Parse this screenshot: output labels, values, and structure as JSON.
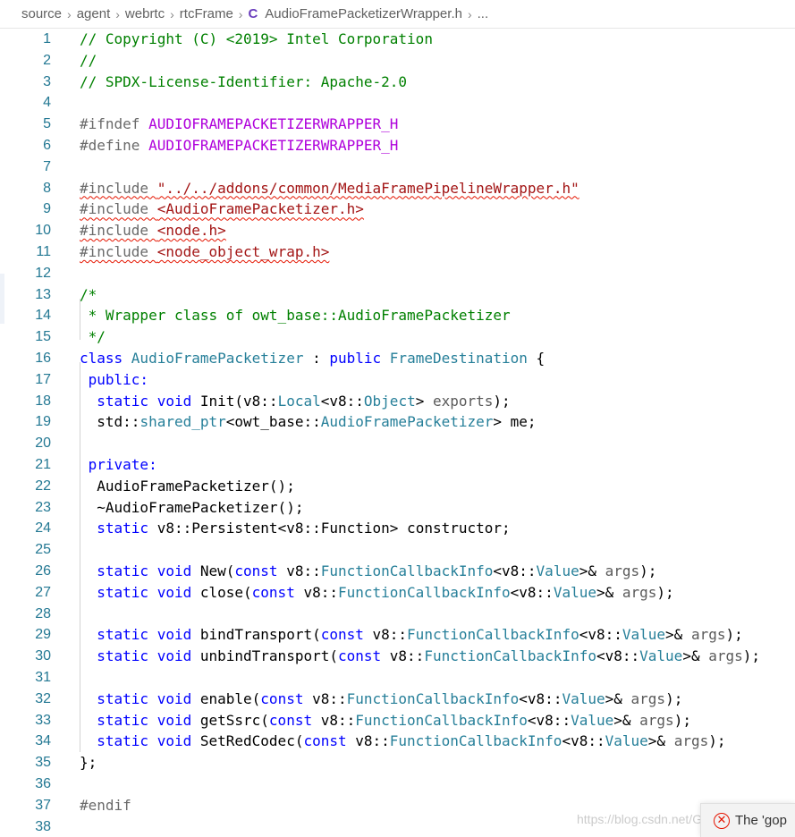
{
  "breadcrumb": {
    "items": [
      "source",
      "agent",
      "webrtc",
      "rtcFrame"
    ],
    "file_icon": "C",
    "file_name": "AudioFramePacketizerWrapper.h",
    "ellipsis": "..."
  },
  "colors": {
    "comment": "#008000",
    "keyword": "#0000ff",
    "type": "#267f99",
    "string": "#a31515",
    "macro": "#af00db",
    "line_number": "#237893",
    "error": "#e51400"
  },
  "code_lines": [
    {
      "n": "1",
      "tokens": [
        {
          "t": "// Copyright (C) <2019> Intel Corporation",
          "c": "comment"
        }
      ]
    },
    {
      "n": "2",
      "tokens": [
        {
          "t": "//",
          "c": "comment"
        }
      ]
    },
    {
      "n": "3",
      "tokens": [
        {
          "t": "// SPDX-License-Identifier: Apache-2.0",
          "c": "comment"
        }
      ]
    },
    {
      "n": "4",
      "tokens": []
    },
    {
      "n": "5",
      "tokens": [
        {
          "t": "#ifndef ",
          "c": "pre"
        },
        {
          "t": "AUDIOFRAMEPACKETIZERWRAPPER_H",
          "c": "macro"
        }
      ]
    },
    {
      "n": "6",
      "tokens": [
        {
          "t": "#define ",
          "c": "pre"
        },
        {
          "t": "AUDIOFRAMEPACKETIZERWRAPPER_H",
          "c": "macro"
        }
      ]
    },
    {
      "n": "7",
      "tokens": []
    },
    {
      "n": "8",
      "tokens": [
        {
          "t": "#include ",
          "c": "pre",
          "sq": true
        },
        {
          "t": "\"../../addons/common/MediaFramePipelineWrapper.h\"",
          "c": "str",
          "sq": true
        }
      ]
    },
    {
      "n": "9",
      "tokens": [
        {
          "t": "#include ",
          "c": "pre",
          "sq": true
        },
        {
          "t": "<AudioFramePacketizer.h>",
          "c": "str",
          "sq": true
        }
      ]
    },
    {
      "n": "10",
      "tokens": [
        {
          "t": "#include ",
          "c": "pre",
          "sq": true
        },
        {
          "t": "<node.h>",
          "c": "str",
          "sq": true
        }
      ]
    },
    {
      "n": "11",
      "tokens": [
        {
          "t": "#include ",
          "c": "pre",
          "sq": true
        },
        {
          "t": "<node_object_wrap.h>",
          "c": "str",
          "sq": true
        }
      ]
    },
    {
      "n": "12",
      "tokens": []
    },
    {
      "n": "13",
      "tokens": [
        {
          "t": "/*",
          "c": "comment"
        }
      ]
    },
    {
      "n": "14",
      "tokens": [
        {
          "t": " * Wrapper class of owt_base::AudioFramePacketizer",
          "c": "comment"
        }
      ]
    },
    {
      "n": "15",
      "tokens": [
        {
          "t": " */",
          "c": "comment"
        }
      ]
    },
    {
      "n": "16",
      "tokens": [
        {
          "t": "class ",
          "c": "kw"
        },
        {
          "t": "AudioFramePacketizer",
          "c": "type"
        },
        {
          "t": " : ",
          "c": "text"
        },
        {
          "t": "public ",
          "c": "kw"
        },
        {
          "t": "FrameDestination",
          "c": "type"
        },
        {
          "t": " {",
          "c": "text"
        }
      ]
    },
    {
      "n": "17",
      "tokens": [
        {
          "t": " public:",
          "c": "kw"
        }
      ]
    },
    {
      "n": "18",
      "tokens": [
        {
          "t": "  static void ",
          "c": "kw"
        },
        {
          "t": "Init(v8::",
          "c": "text"
        },
        {
          "t": "Local",
          "c": "type"
        },
        {
          "t": "<v8::",
          "c": "text"
        },
        {
          "t": "Object",
          "c": "type"
        },
        {
          "t": "> ",
          "c": "text"
        },
        {
          "t": "exports",
          "c": "param"
        },
        {
          "t": ");",
          "c": "text"
        }
      ]
    },
    {
      "n": "19",
      "tokens": [
        {
          "t": "  std::",
          "c": "text"
        },
        {
          "t": "shared_ptr",
          "c": "type"
        },
        {
          "t": "<owt_base::",
          "c": "text"
        },
        {
          "t": "AudioFramePacketizer",
          "c": "type"
        },
        {
          "t": "> me;",
          "c": "text"
        }
      ]
    },
    {
      "n": "20",
      "tokens": []
    },
    {
      "n": "21",
      "tokens": [
        {
          "t": " private:",
          "c": "kw"
        }
      ]
    },
    {
      "n": "22",
      "tokens": [
        {
          "t": "  AudioFramePacketizer();",
          "c": "text"
        }
      ]
    },
    {
      "n": "23",
      "tokens": [
        {
          "t": "  ~AudioFramePacketizer();",
          "c": "text"
        }
      ]
    },
    {
      "n": "24",
      "tokens": [
        {
          "t": "  static ",
          "c": "kw"
        },
        {
          "t": "v8::Persistent<v8::Function> constructor;",
          "c": "text"
        }
      ]
    },
    {
      "n": "25",
      "tokens": []
    },
    {
      "n": "26",
      "tokens": [
        {
          "t": "  static void ",
          "c": "kw"
        },
        {
          "t": "New(",
          "c": "text"
        },
        {
          "t": "const ",
          "c": "kw"
        },
        {
          "t": "v8::",
          "c": "text"
        },
        {
          "t": "FunctionCallbackInfo",
          "c": "type"
        },
        {
          "t": "<v8::",
          "c": "text"
        },
        {
          "t": "Value",
          "c": "type"
        },
        {
          "t": ">& ",
          "c": "text"
        },
        {
          "t": "args",
          "c": "param"
        },
        {
          "t": ");",
          "c": "text"
        }
      ]
    },
    {
      "n": "27",
      "tokens": [
        {
          "t": "  static void ",
          "c": "kw"
        },
        {
          "t": "close(",
          "c": "text"
        },
        {
          "t": "const ",
          "c": "kw"
        },
        {
          "t": "v8::",
          "c": "text"
        },
        {
          "t": "FunctionCallbackInfo",
          "c": "type"
        },
        {
          "t": "<v8::",
          "c": "text"
        },
        {
          "t": "Value",
          "c": "type"
        },
        {
          "t": ">& ",
          "c": "text"
        },
        {
          "t": "args",
          "c": "param"
        },
        {
          "t": ");",
          "c": "text"
        }
      ]
    },
    {
      "n": "28",
      "tokens": []
    },
    {
      "n": "29",
      "tokens": [
        {
          "t": "  static void ",
          "c": "kw"
        },
        {
          "t": "bindTransport(",
          "c": "text"
        },
        {
          "t": "const ",
          "c": "kw"
        },
        {
          "t": "v8::",
          "c": "text"
        },
        {
          "t": "FunctionCallbackInfo",
          "c": "type"
        },
        {
          "t": "<v8::",
          "c": "text"
        },
        {
          "t": "Value",
          "c": "type"
        },
        {
          "t": ">& ",
          "c": "text"
        },
        {
          "t": "args",
          "c": "param"
        },
        {
          "t": ");",
          "c": "text"
        }
      ]
    },
    {
      "n": "30",
      "tokens": [
        {
          "t": "  static void ",
          "c": "kw"
        },
        {
          "t": "unbindTransport(",
          "c": "text"
        },
        {
          "t": "const ",
          "c": "kw"
        },
        {
          "t": "v8::",
          "c": "text"
        },
        {
          "t": "FunctionCallbackInfo",
          "c": "type"
        },
        {
          "t": "<v8::",
          "c": "text"
        },
        {
          "t": "Value",
          "c": "type"
        },
        {
          "t": ">& ",
          "c": "text"
        },
        {
          "t": "args",
          "c": "param"
        },
        {
          "t": ");",
          "c": "text"
        }
      ]
    },
    {
      "n": "31",
      "tokens": []
    },
    {
      "n": "32",
      "tokens": [
        {
          "t": "  static void ",
          "c": "kw"
        },
        {
          "t": "enable(",
          "c": "text"
        },
        {
          "t": "const ",
          "c": "kw"
        },
        {
          "t": "v8::",
          "c": "text"
        },
        {
          "t": "FunctionCallbackInfo",
          "c": "type"
        },
        {
          "t": "<v8::",
          "c": "text"
        },
        {
          "t": "Value",
          "c": "type"
        },
        {
          "t": ">& ",
          "c": "text"
        },
        {
          "t": "args",
          "c": "param"
        },
        {
          "t": ");",
          "c": "text"
        }
      ]
    },
    {
      "n": "33",
      "tokens": [
        {
          "t": "  static void ",
          "c": "kw"
        },
        {
          "t": "getSsrc(",
          "c": "text"
        },
        {
          "t": "const ",
          "c": "kw"
        },
        {
          "t": "v8::",
          "c": "text"
        },
        {
          "t": "FunctionCallbackInfo",
          "c": "type"
        },
        {
          "t": "<v8::",
          "c": "text"
        },
        {
          "t": "Value",
          "c": "type"
        },
        {
          "t": ">& ",
          "c": "text"
        },
        {
          "t": "args",
          "c": "param"
        },
        {
          "t": ");",
          "c": "text"
        }
      ]
    },
    {
      "n": "34",
      "tokens": [
        {
          "t": "  static void ",
          "c": "kw"
        },
        {
          "t": "SetRedCodec(",
          "c": "text"
        },
        {
          "t": "const ",
          "c": "kw"
        },
        {
          "t": "v8::",
          "c": "text"
        },
        {
          "t": "FunctionCallbackInfo",
          "c": "type"
        },
        {
          "t": "<v8::",
          "c": "text"
        },
        {
          "t": "Value",
          "c": "type"
        },
        {
          "t": ">& ",
          "c": "text"
        },
        {
          "t": "args",
          "c": "param"
        },
        {
          "t": ");",
          "c": "text"
        }
      ]
    },
    {
      "n": "35",
      "tokens": [
        {
          "t": "};",
          "c": "text"
        }
      ]
    },
    {
      "n": "36",
      "tokens": []
    },
    {
      "n": "37",
      "tokens": [
        {
          "t": "#endif",
          "c": "pre"
        }
      ]
    },
    {
      "n": "38",
      "tokens": []
    }
  ],
  "notification": {
    "icon": "error-icon",
    "text": "The 'gop"
  },
  "watermark": "https://blog.csdn.net/Grace_Weder"
}
